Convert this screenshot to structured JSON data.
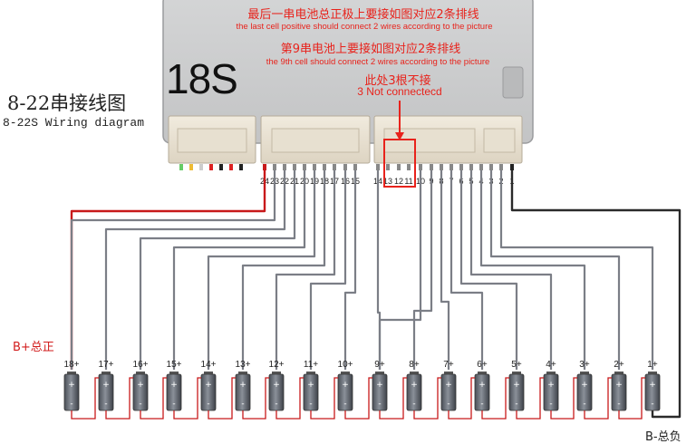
{
  "title_cn": "8-22串接线图",
  "title_en": "8-22S Wiring diagram",
  "model_label": "18S",
  "notes": {
    "last_cell_cn": "最后一串电池总正极上要接如图对应2条排线",
    "last_cell_en": "the last cell positive should connect 2 wires according to the picture",
    "ninth_cell_cn": "第9串电池上要接如图对应2条排线",
    "ninth_cell_en": "the 9th cell should connect 2 wires according to the picture",
    "not_connected_cn": "此处3根不接",
    "not_connected_en": "3 Not connectecd"
  },
  "pins": [
    "24",
    "23",
    "22",
    "21",
    "20",
    "19",
    "18",
    "17",
    "16",
    "15",
    "14",
    "13",
    "12",
    "11",
    "10",
    "9",
    "8",
    "7",
    "6",
    "5",
    "4",
    "3",
    "2",
    "1"
  ],
  "cells": [
    "18+",
    "17+",
    "16+",
    "15+",
    "14+",
    "13+",
    "12+",
    "11+",
    "10+",
    "9+",
    "8+",
    "7+",
    "6+",
    "5+",
    "4+",
    "3+",
    "2+",
    "1+"
  ],
  "b_plus_label": "B+总正",
  "b_minus_label": "B-总负",
  "colors": {
    "accent_red": "#e8231c",
    "wire_gray": "#7b7e86",
    "wire_black": "#2a2a2a",
    "wire_red": "#c8191a"
  }
}
